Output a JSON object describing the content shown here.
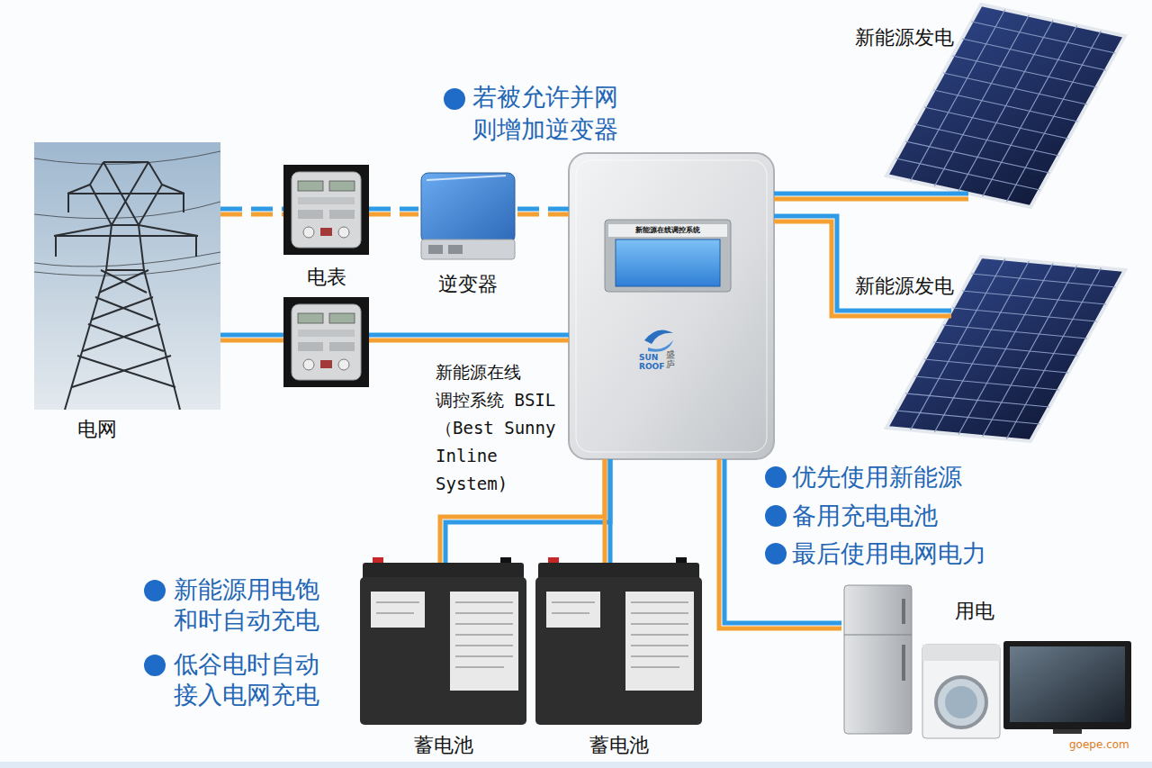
{
  "diagram": {
    "nodes": [
      {
        "text": [
          "电网"
        ]
      },
      {
        "text": [
          "电表"
        ]
      },
      {
        "text": [
          "逆变器"
        ]
      },
      {
        "text": [
          "新能源在线调控系统",
          "SUN ROOF",
          "盛庐",
          "新能源在线 调控系统 BSIL（Best Sunny Inline System)"
        ]
      },
      {
        "text": [
          "新能源发电"
        ]
      },
      {
        "text": [
          "新能源发电"
        ]
      },
      {
        "text": [
          "蓄电池"
        ]
      },
      {
        "text": [
          "蓄电池"
        ]
      },
      {
        "text": [
          "用电"
        ]
      }
    ],
    "edges": [
      {
        "from": 0,
        "to": 1,
        "arrow": "none"
      },
      {
        "from": 1,
        "to": 2,
        "arrow": "none"
      },
      {
        "from": 2,
        "to": 3,
        "arrow": "none"
      },
      {
        "from": 0,
        "to": 3,
        "arrow": "none"
      },
      {
        "from": 3,
        "to": 4,
        "arrow": "none"
      },
      {
        "from": 3,
        "to": 5,
        "arrow": "none"
      },
      {
        "from": 3,
        "to": 6,
        "arrow": "none"
      },
      {
        "from": 3,
        "to": 7,
        "arrow": "none"
      },
      {
        "from": 3,
        "to": 8,
        "arrow": "none"
      }
    ],
    "labels": [
      "若被允许并网 则增加逆变器",
      "优先使用新能源",
      "备用充电电池",
      "最后使用电网电力",
      "新能源用电饱 和时自动充电",
      "低谷电时自动 接入电网充电",
      "goepe.com"
    ]
  }
}
